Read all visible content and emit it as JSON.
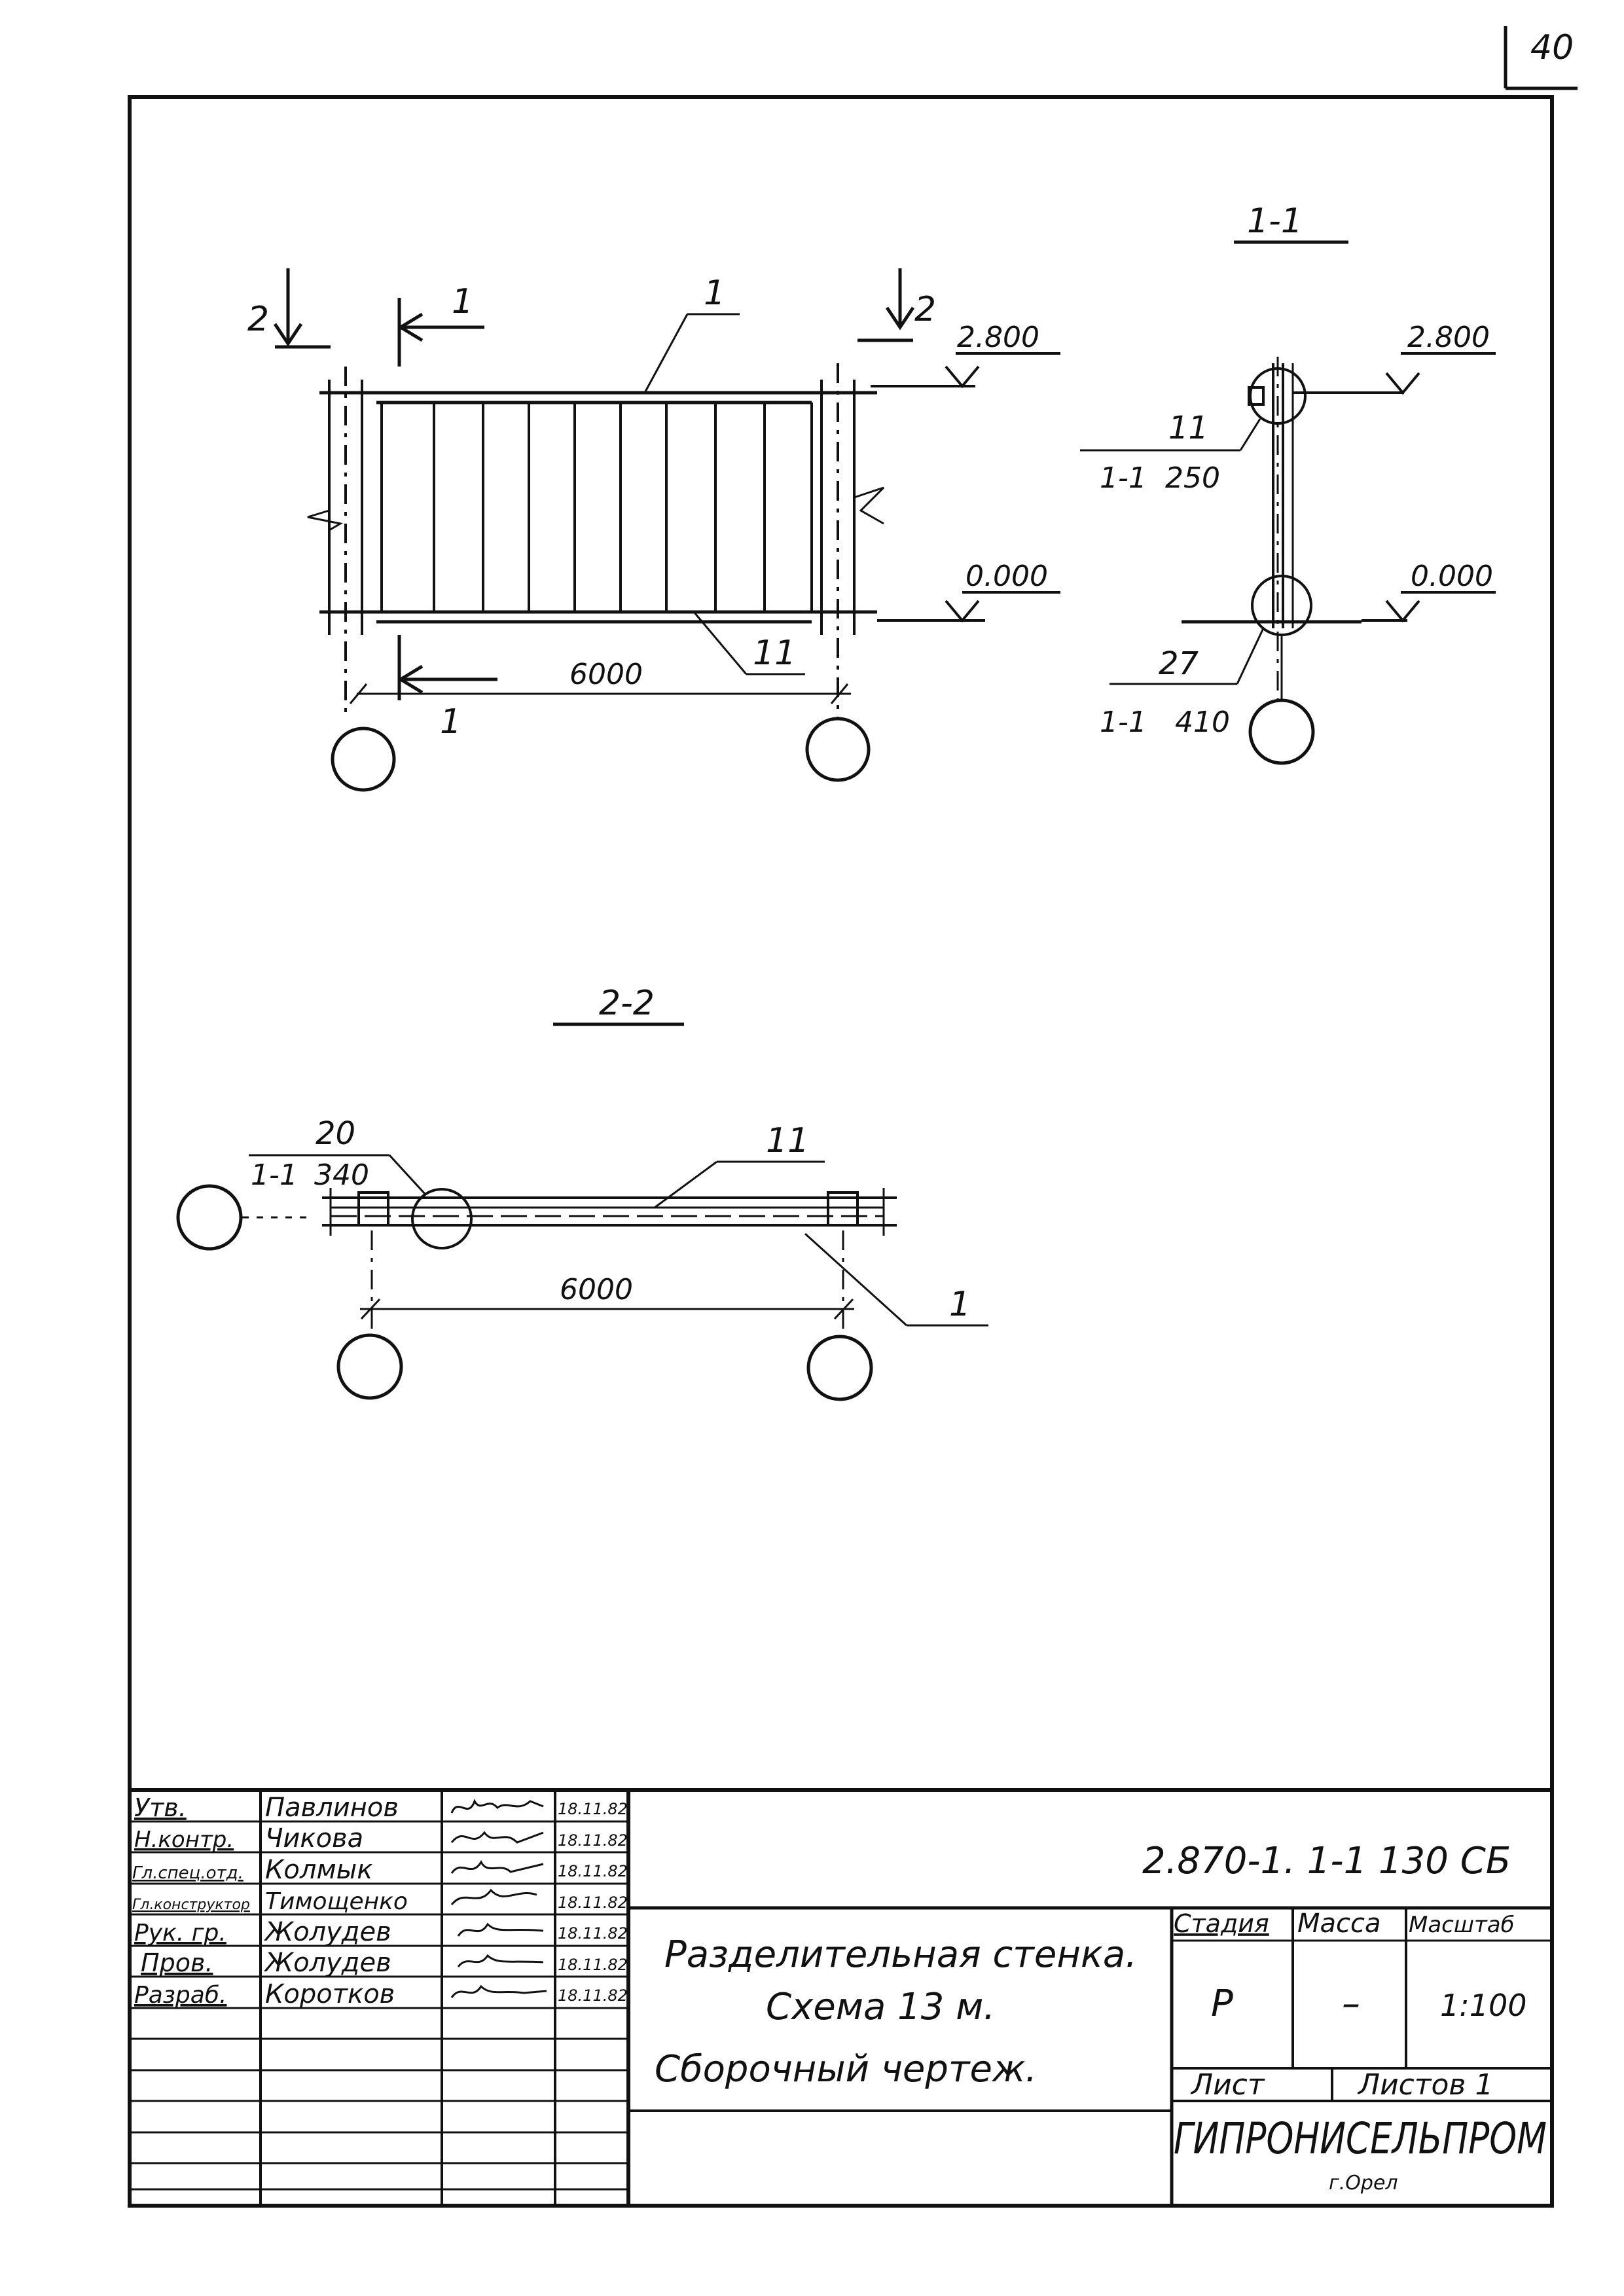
{
  "sheet_number": "40",
  "elevation_view": {
    "section_mark_1": "1",
    "section_mark_2": "2",
    "position_top_beam": "1",
    "position_bottom_beam": "11",
    "level_top": "2.800",
    "level_bottom": "0.000",
    "span": "6000"
  },
  "section_1_1": {
    "title": "1-1",
    "level_top": "2.800",
    "level_bottom": "0.000",
    "callout_top_position": "11",
    "callout_top_ref": "1-1",
    "callout_top_node": "250",
    "callout_bottom_position": "27",
    "callout_bottom_ref": "1-1",
    "callout_bottom_node": "410"
  },
  "section_2_2": {
    "title": "2-2",
    "callout_position": "20",
    "callout_ref": "1-1",
    "callout_node": "340",
    "position_upper": "11",
    "position_lower": "1",
    "span": "6000"
  },
  "title_block": {
    "code": "2.870-1. 1-1 130 СБ",
    "signatures": [
      {
        "role": "Утв.",
        "name": "Павлинов",
        "date": "18.11.82"
      },
      {
        "role": "Н.контр.",
        "name": "Чикова",
        "date": "18.11.82"
      },
      {
        "role": "Гл.спец.отд.",
        "name": "Колмык",
        "date": "18.11.82"
      },
      {
        "role": "Гл.конструктор",
        "name": "Тимощенко",
        "date": "18.11.82"
      },
      {
        "role": "Рук. гр.",
        "name": "Жолудев",
        "date": "18.11.82"
      },
      {
        "role": "Пров.",
        "name": "Жолудев",
        "date": "18.11.82"
      },
      {
        "role": "Разраб.",
        "name": "Коротков",
        "date": "18.11.82"
      }
    ],
    "description_line1": "Разделительная стенка.",
    "description_line2": "Схема 13 м.",
    "description_line3": "Сборочный чертеж.",
    "stage_header": "Стадия",
    "mass_header": "Масса",
    "scale_header": "Масштаб",
    "stage_value": "Р",
    "mass_value": "–",
    "scale_value": "1:100",
    "sheet_label": "Лист",
    "sheets_label": "Листов 1",
    "organization": "ГИПРОНИСЕЛЬПРОМ",
    "city": "г.Орел"
  }
}
